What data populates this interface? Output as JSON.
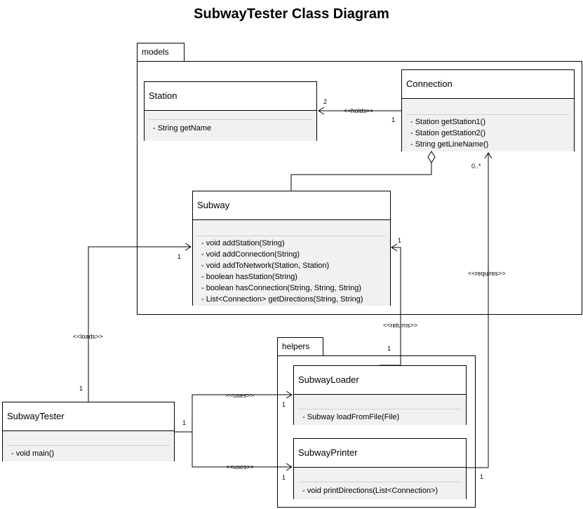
{
  "title": "SubwayTester Class Diagram",
  "packages": {
    "models": "models",
    "helpers": "helpers"
  },
  "classes": {
    "station": {
      "name": "Station",
      "ops": [
        "- String getName"
      ]
    },
    "connection": {
      "name": "Connection",
      "ops": [
        "- Station getStation1()",
        "- Station getStation2()",
        "- String getLineName()"
      ]
    },
    "subway": {
      "name": "Subway",
      "ops": [
        "- void addStation(String)",
        "- void addConnection(String)",
        "- void addToNetwork(Station, Station)",
        "- boolean hasStation(String)",
        "- boolean hasConnection(String, String, String)",
        "- List<Connection> getDirections(String, String)"
      ]
    },
    "loader": {
      "name": "SubwayLoader",
      "ops": [
        "- Subway loadFromFile(File)"
      ]
    },
    "printer": {
      "name": "SubwayPrinter",
      "ops": [
        "- void printDirections(List<Connection>)"
      ]
    },
    "tester": {
      "name": "SubwayTester",
      "ops": [
        "- void main()"
      ]
    }
  },
  "relations": {
    "holds": {
      "label": "<<holds>>",
      "source_mult": "1",
      "target_mult": "2"
    },
    "loads": {
      "label": "<<loads>>",
      "source_mult": "1",
      "target_mult": "1"
    },
    "returns": {
      "label": "<<returns>>",
      "source_mult": "1",
      "target_mult": "1"
    },
    "requires": {
      "label": "<<requires>>",
      "source_mult": "1",
      "target_mult": "0..*"
    },
    "uses_loader": {
      "label": "<<uses>>",
      "source_mult": "1",
      "target_mult": "1"
    },
    "uses_printer": {
      "label": "<<uses>>",
      "target_mult": "1"
    }
  }
}
